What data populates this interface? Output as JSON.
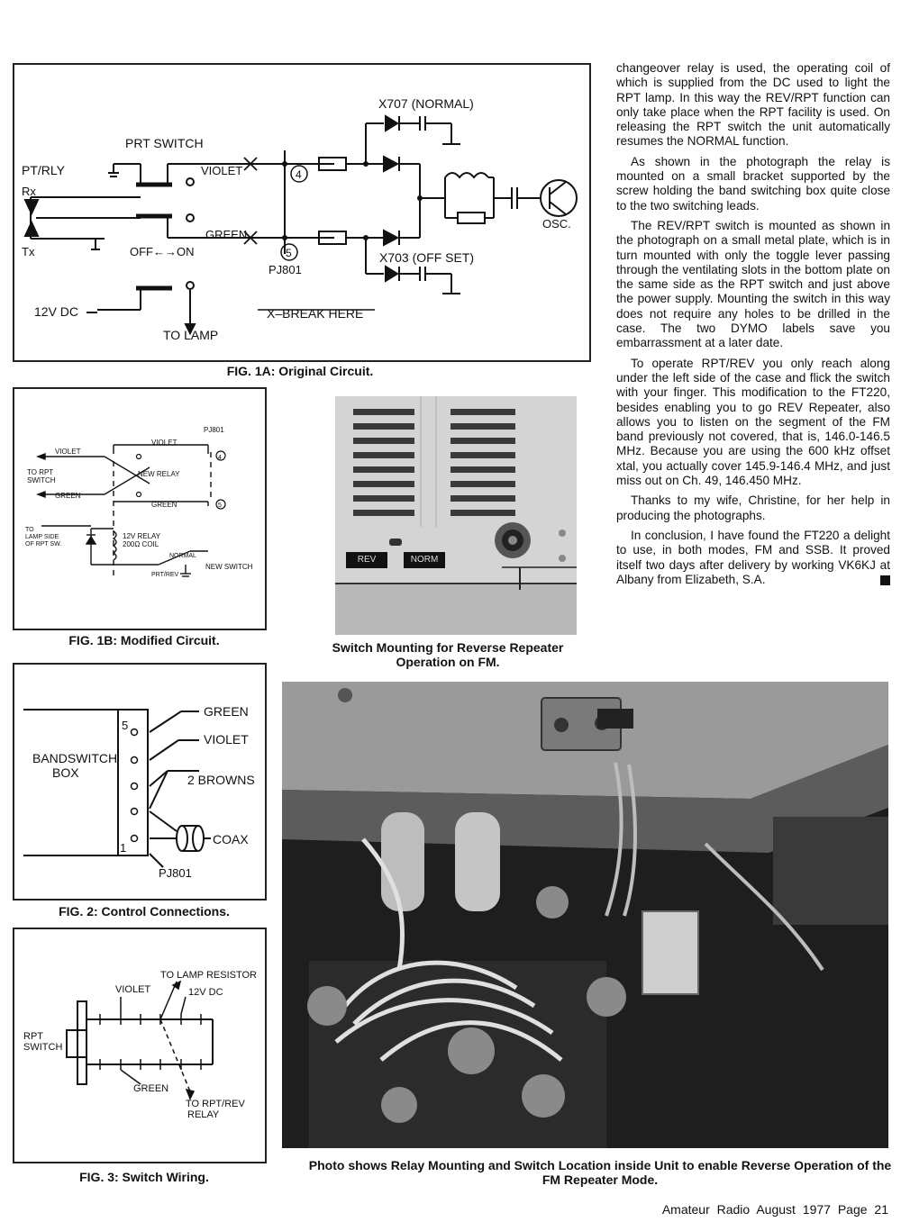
{
  "column_text": {
    "p1": "changeover relay is used, the operating coil of which is supplied from the DC used to light the RPT lamp. In this way the REV/RPT function can only take place when the RPT facility is used. On releasing the RPT switch the unit automatically resumes the NORMAL function.",
    "p2": "As shown in the photograph the relay is mounted on a small bracket supported by the screw holding the band switching box quite close to the two switching leads.",
    "p3": "The REV/RPT switch is mounted as shown in the photograph on a small metal plate, which is in turn mounted with only the toggle lever passing through the ventilating slots in the bottom plate on the same side as the RPT switch and just above the power supply. Mounting the switch in this way does not require any holes to be drilled in the case. The two DYMO labels save you embarrassment at a later date.",
    "p4": "To operate RPT/REV you only reach along under the left side of the case and flick the switch with your finger. This modification to the FT220, besides enabling you to go REV Repeater, also allows you to listen on the segment of the FM band previously not covered, that is, 146.0-146.5 MHz. Because you are using the 600 kHz offset xtal, you actually cover 145.9-146.4 MHz, and just miss out on Ch. 49, 146.450 MHz.",
    "p5": "Thanks to my wife, Christine, for her help in producing the photographs.",
    "p6": "In conclusion, I have found the FT220 a delight to use, in both modes, FM and SSB. It proved itself two days after delivery by working VK6KJ at Albany from Elizabeth, S.A."
  },
  "fig1a": {
    "caption": "FIG. 1A: Original Circuit.",
    "x707": "X707 (NORMAL)",
    "prt_switch": "PRT SWITCH",
    "pt_rly": "PT/RLY",
    "rx": "Rx",
    "tx": "Tx",
    "violet": "VIOLET",
    "green": "GREEN",
    "node4": "4",
    "node5": "5",
    "off_on": "OFF←→ON",
    "pj801": "PJ801",
    "x703": "X703 (OFF SET)",
    "osc": "OSC.",
    "v12dc": "12V DC",
    "break_here": "X–BREAK HERE",
    "to_lamp": "TO LAMP"
  },
  "fig1b": {
    "caption": "FIG. 1B: Modified Circuit.",
    "pj801": "PJ801",
    "violet_top": "VIOLET",
    "violet_left": "VIOLET",
    "to_rpt_switch_1": "TO RPT",
    "to_rpt_switch_2": "SWITCH",
    "new_relay": "NEW RELAY",
    "green_left": "GREEN",
    "green_mid": "GREEN",
    "node4": "4",
    "node5": "5",
    "lamp_side_1": "TO",
    "lamp_side_2": "LAMP SIDE",
    "lamp_side_3": "OF RPT SW.",
    "relay_1": "12V RELAY",
    "relay_2": "200Ω COIL",
    "normal": "NORMAL",
    "prt_rev": "PRT/REV",
    "new_switch": "NEW SWITCH"
  },
  "fig2": {
    "caption": "FIG. 2: Control Connections.",
    "green": "GREEN",
    "violet": "VIOLET",
    "bandswitch_1": "BANDSWITCH",
    "bandswitch_2": "BOX",
    "browns": "2 BROWNS",
    "coax": "COAX",
    "pin5": "5",
    "pin1": "1",
    "pj801": "PJ801"
  },
  "fig3": {
    "caption": "FIG. 3: Switch Wiring.",
    "to_lamp_resistor": "TO LAMP RESISTOR",
    "violet": "VIOLET",
    "v12dc": "12V DC",
    "rpt_1": "RPT",
    "rpt_2": "SWITCH",
    "green": "GREEN",
    "to_rpt_rev_1": "TO RPT/REV",
    "to_rpt_rev_2": "RELAY"
  },
  "photo1": {
    "label_rev": "REV",
    "label_norm": "NORM",
    "caption": "Switch Mounting for Reverse Repeater Operation on FM."
  },
  "photo2": {
    "caption": "Photo shows Relay Mounting and Switch Location inside Unit to enable Reverse Operation of the FM Repeater Mode."
  },
  "footer": {
    "text": "Amateur Radio  August 1977  Page 21"
  }
}
